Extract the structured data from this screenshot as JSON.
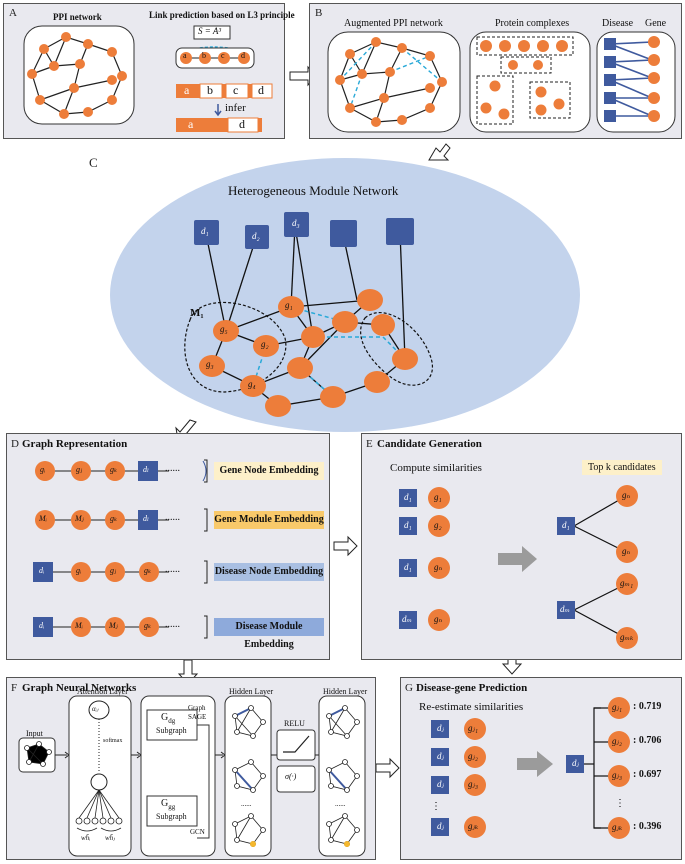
{
  "panelA": {
    "letter": "A",
    "ppi_label": "PPI network",
    "lp_label": "Link prediction based on L3 principle",
    "formula": "S = A³",
    "a": "a",
    "b": "b",
    "c": "c",
    "d": "d",
    "infer": "infer"
  },
  "panelB": {
    "letter": "B",
    "aug_label": "Augmented PPI network",
    "complex_label": "Protein complexes",
    "disease_label": "Disease",
    "gene_label": "Gene"
  },
  "panelC": {
    "letter": "C",
    "title": "Heterogeneous Module Network",
    "m1": "M₁",
    "d_labels": [
      "d₁",
      "d₂",
      "d₃"
    ],
    "g_labels": [
      "g₁",
      "g₂",
      "g₃",
      "g₄",
      "g₅"
    ]
  },
  "panelD": {
    "letter": "D",
    "title": "Graph Representation",
    "ellipsis": "......",
    "rows": [
      {
        "label": "Gene Node Embedding",
        "color": "#fdf0c9",
        "nodes": [
          "gᵢ",
          "gⱼ",
          "gₖ"
        ],
        "end": "dₗ"
      },
      {
        "label": "Gene Module Embedding",
        "color": "#f9c96a",
        "nodes": [
          "Mᵢ",
          "Mⱼ",
          "gₖ"
        ],
        "end": "dₗ"
      },
      {
        "label": "Disease Node Embedding",
        "color": "#a9bfe2",
        "nodes": [
          "gᵢ",
          "gⱼ",
          "gₖ"
        ],
        "start": "dᵢ"
      },
      {
        "label": "Disease Module Embedding",
        "color": "#8eaadb",
        "nodes": [
          "Mᵢ",
          "Mⱼ",
          "gₖ"
        ],
        "start": "dᵢ"
      }
    ]
  },
  "panelE": {
    "letter": "E",
    "title": "Candidate Generation",
    "compute": "Compute similarities",
    "topk": "Top k candidates",
    "pairs": [
      [
        "d₁",
        "g₁"
      ],
      [
        "d₁",
        "g₂"
      ],
      [
        "d₁",
        "gₙ"
      ],
      [
        "dₘ",
        "gₙ"
      ]
    ],
    "right_d": [
      "d₁",
      "dₘ"
    ],
    "right_g": [
      "gₙ",
      "gₙ",
      "gₘ₁",
      "gₘₖ"
    ]
  },
  "panelF": {
    "letter": "F",
    "title": "Graph Neural Networks",
    "input": "Input",
    "attention": "Attention Layer",
    "hidden1": "Hidden Layer",
    "hidden2": "Hidden Layer",
    "gdg": "G",
    "gdg_sub": "dg",
    "subgraph": "Subgraph",
    "graph_sage": "Graph SAGE",
    "ggg": "G",
    "ggg_sub": "gg",
    "gcn": "GCN",
    "relu": "RELU",
    "sigma": "σ(·)",
    "alpha": "αᵢⱼ",
    "softmax": "softmax",
    "whi": "wh̄ᵢ",
    "whj": "wh̄ⱼ"
  },
  "panelG": {
    "letter": "G",
    "title": "Disease-gene Prediction",
    "reestimate": "Re-estimate similarities",
    "pairs": [
      [
        "dⱼ",
        "gⱼ₁"
      ],
      [
        "dⱼ",
        "gⱼ₂"
      ],
      [
        "dⱼ",
        "gⱼ₃"
      ],
      [
        "dⱼ",
        "gⱼₖ"
      ]
    ],
    "center": "dⱼ",
    "scores": [
      {
        "g": "gⱼ₁",
        "v": ": 0.719"
      },
      {
        "g": "gⱼ₂",
        "v": ": 0.706"
      },
      {
        "g": "gⱼ₃",
        "v": ": 0.697"
      },
      {
        "g": "gⱼₖ",
        "v": ": 0.396"
      }
    ]
  },
  "colors": {
    "orange": "#ed7d3a",
    "blue": "#3f5a9e",
    "panel": "#e9e9ef",
    "ellipse": "#c3d3ec",
    "cyan": "#29a9d8"
  }
}
